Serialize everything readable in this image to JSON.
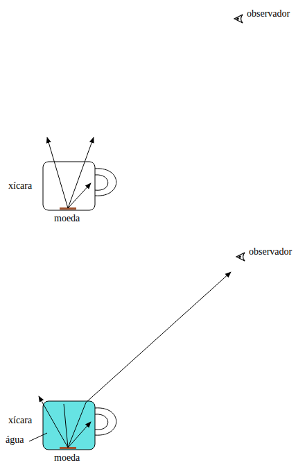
{
  "diagram": {
    "labels": [
      "observador",
      "xícara",
      "moeda",
      "observador",
      "xícara",
      "água",
      "moeda"
    ]
  }
}
